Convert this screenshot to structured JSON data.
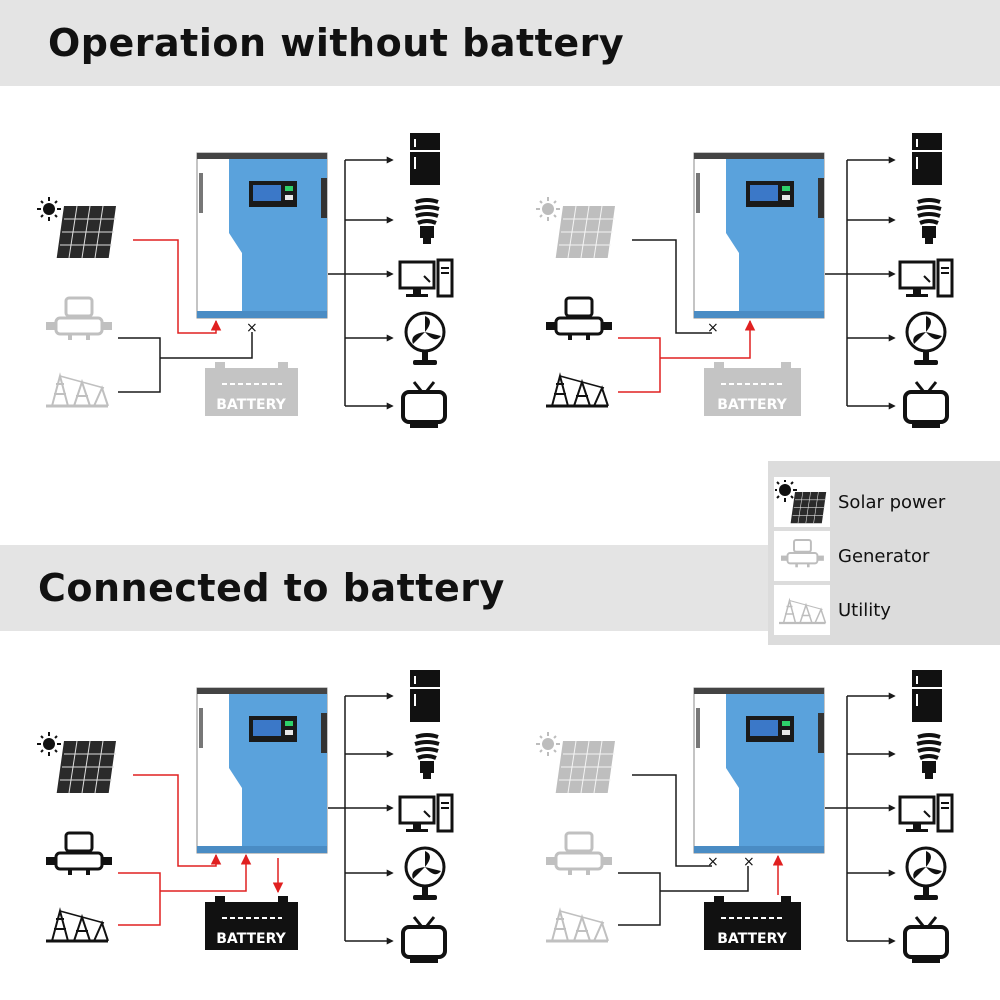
{
  "headings": {
    "top": "Operation without battery",
    "bottom": "Connected to battery"
  },
  "battery_label": "BATTERY",
  "legend": {
    "items": [
      {
        "label": "Solar power",
        "icon": "solar-panel-icon"
      },
      {
        "label": "Generator",
        "icon": "generator-icon"
      },
      {
        "label": "Utility",
        "icon": "utility-tower-icon"
      }
    ]
  },
  "colors": {
    "inverter_blue": "#5aa2dc",
    "active_line": "#e02020",
    "inactive_line": "#1a1a1a",
    "dim_icon": "#bdbdbd",
    "banner": "#e4e4e4",
    "legend_bg": "#dcdcdc"
  }
}
